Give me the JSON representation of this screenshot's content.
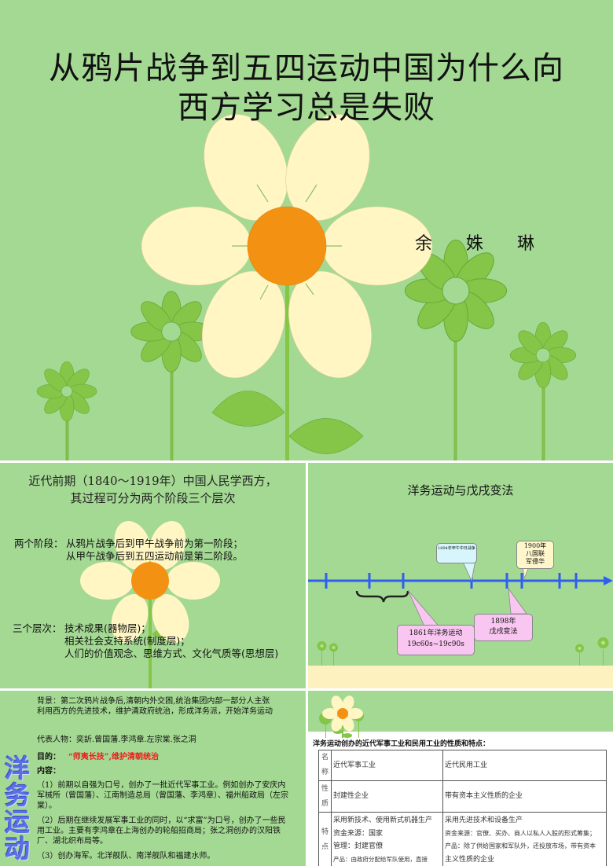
{
  "slide1": {
    "title_line1": "从鸦片战争到五四运动中国为什么向",
    "title_line2": "西方学习总是失败",
    "author": "余 姝 琳",
    "colors": {
      "background": "#a4d993",
      "petal": "#fff6c4",
      "center": "#f39113",
      "leaf": "#85c547"
    }
  },
  "slide2": {
    "title_line1": "近代前期（1840～1919年）中国人民学西方，",
    "title_line2": "其过程可分为两个阶段三个层次",
    "stages_label": "两个阶段：",
    "stages": [
      "从鸦片战争后到甲午战争前为第一阶段；",
      "从甲午战争后到五四运动前是第二阶段。"
    ],
    "levels_label": "三个层次：",
    "levels": [
      "技术成果(器物层)；",
      "相关社会支持系统(制度层)；",
      "人们的价值观念、思维方式、文化气质等(思想层)"
    ]
  },
  "slide3": {
    "title": "洋务运动与戊戌变法",
    "callouts": {
      "c1894": "1894年甲午中日战争",
      "c1900_line1": "1900年",
      "c1900_line2": "八国联",
      "c1900_line3": "军侵华",
      "c1861_line1": "1861年洋务运动",
      "c1861_line2": "19c60s~19c90s",
      "c1898_line1": "1898年",
      "c1898_line2": "戊戌变法"
    },
    "colors": {
      "axis": "#2f5ff0",
      "pink_callout": "#f8c6f0",
      "cyan_callout": "#d6f6fb",
      "cream_callout": "#fff6cc"
    }
  },
  "slide4": {
    "vertical_title": [
      "洋",
      "务",
      "运",
      "动"
    ],
    "background_label": "背景：",
    "background_text": "第二次鸦片战争后,清朝内外交困,统治集团内部一部分人主张利用西方的先进技术，维护清政府统治，形成洋务派，开始洋务运动",
    "figures_label": "代表人物：",
    "figures_text": "奕訢.曾国藩.李鸿章.左宗棠.张之洞",
    "purpose_label": "目的：",
    "purpose_text": "“师夷长技”,维护清朝统治",
    "content_label": "内容：",
    "content_items": [
      "（1）前期以自强为口号，创办了一批近代军事工业。例如创办了安庆内军械所（曾国藩）、江南制造总局（曾国藩、李鸿章）、福州船政局（左宗棠）。",
      "（2）后期在继续发展军事工业的同时，以“求富”为口号，创办了一些民用工业。主要有李鸿章在上海创办的轮船招商局；张之洞创办的汉阳铁厂、湖北织布局等。",
      "（3）创办海军。北洋舰队、南洋舰队和福建水师。"
    ]
  },
  "slide5": {
    "caption": "洋务运动创办的近代军事工业和民用工业的性质和特点：",
    "table": {
      "rows": [
        {
          "header": "名称",
          "military": "近代军事工业",
          "civil": "近代民用工业"
        },
        {
          "header": "性质",
          "military": "封建性企业",
          "civil": "带有资本主义性质的企业"
        },
        {
          "header": "特点",
          "military": [
            "采用新技术、使用新式机器生产",
            "资金来源：国家",
            "管理：封建官僚",
            "产品：由政府分配给军队使用，直接"
          ],
          "civil": [
            "采用先进技术和设备生产",
            "资金来源：官僚、买办、商人以私人入股的形式筹集；",
            "产品：除了供给国家和军队外，还投放市场，带有资本",
            "主义性质的企业"
          ]
        }
      ]
    }
  }
}
